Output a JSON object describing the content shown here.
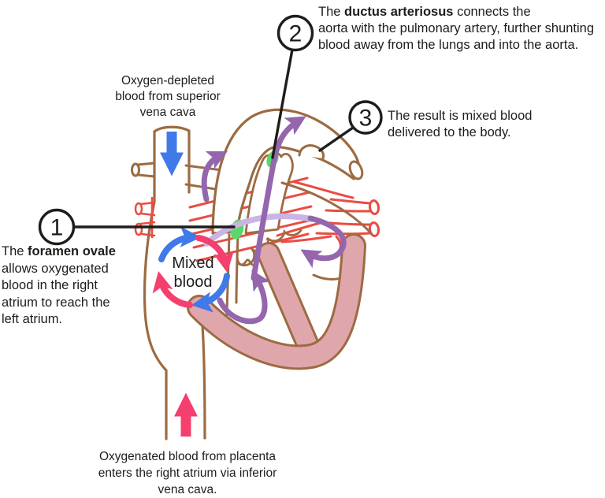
{
  "callouts": {
    "c1": {
      "number": "1",
      "line1_pre": "The ",
      "line1_bold": "foramen ovale",
      "line2": "allows oxygenated",
      "line3": "blood in the right",
      "line4": "atrium to reach the",
      "line5": "left atrium."
    },
    "c2": {
      "number": "2",
      "line1_pre": "The ",
      "line1_bold": "ductus arteriosus",
      "line1_post": " connects the",
      "line2": "aorta with the pulmonary artery, further shunting",
      "line3": "blood away from the lungs and into the aorta."
    },
    "c3": {
      "number": "3",
      "line1": "The result is mixed blood",
      "line2": "delivered to the body."
    }
  },
  "labels": {
    "superior_vena_cava": {
      "line1": "Oxygen-depleted",
      "line2": "blood from superior",
      "line3": "vena cava"
    },
    "inferior_vena_cava": {
      "line1": "Oxygenated blood from placenta",
      "line2": "enters the right atrium via inferior",
      "line3": "vena cava."
    },
    "mixed_blood": {
      "line1": "Mixed",
      "line2": "blood"
    }
  },
  "colors": {
    "background": "#ffffff",
    "text_black": "#1d1d1b",
    "outline_brown": "#9c6b42",
    "vessel_red": "#e94c43",
    "muscle_pink": "#dfa6ab",
    "flow_purple": "#9466ad",
    "flow_lavender": "#c9b4e4",
    "flow_blue": "#4079e8",
    "flow_pink": "#f43f6f",
    "highlight_green": "#58d868"
  }
}
